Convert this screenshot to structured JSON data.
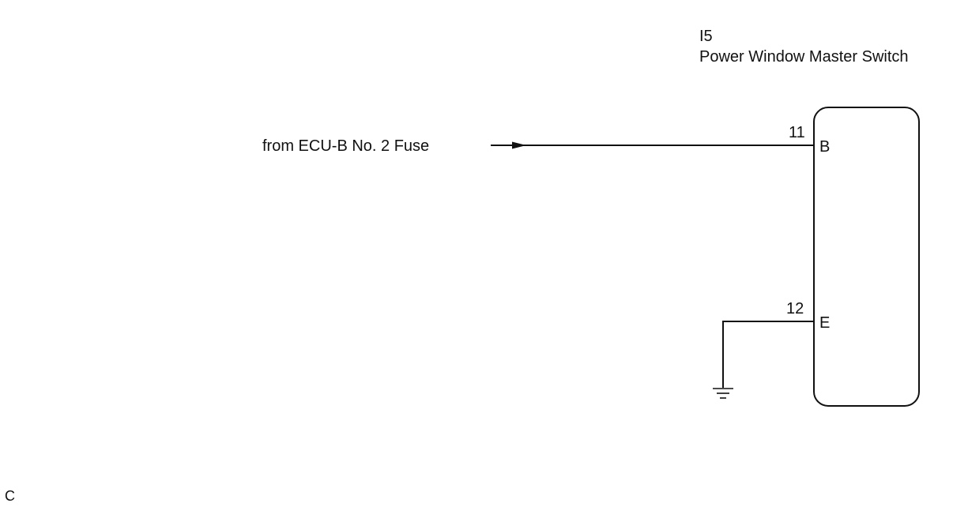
{
  "component": {
    "code": "I5",
    "name": "Power Window Master Switch"
  },
  "source": {
    "label": "from ECU-B No. 2 Fuse"
  },
  "pins": [
    {
      "number": "11",
      "terminal": "B"
    },
    {
      "number": "12",
      "terminal": "E"
    }
  ],
  "corner_mark": "C",
  "colors": {
    "ink": "#111111",
    "background": "#ffffff"
  }
}
